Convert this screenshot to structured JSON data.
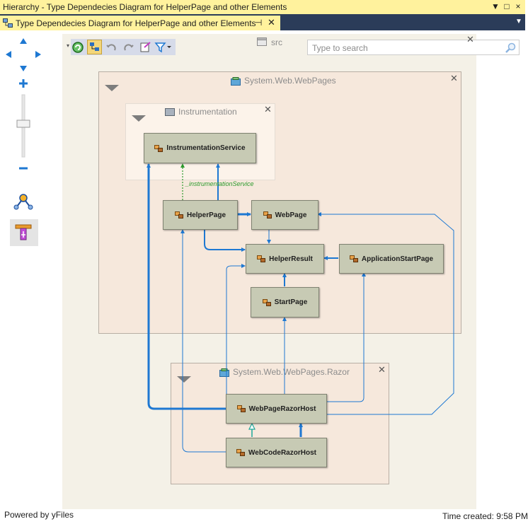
{
  "window": {
    "title": "Hierarchy - Type Dependecies Diagram for HelperPage and other Elements",
    "controls": [
      "▼",
      "□",
      "×"
    ]
  },
  "tab": {
    "label": "Type Dependecies Diagram for HelperPage and other Elements"
  },
  "search": {
    "placeholder": "Type to search"
  },
  "canvas": {
    "src_label": "src",
    "groups": {
      "webpages": "System.Web.WebPages",
      "instrumentation": "Instrumentation",
      "razor": "System.Web.WebPages.Razor"
    },
    "nodes": {
      "instrumentation_service": "InstrumentationService",
      "helper_page": "HelperPage",
      "web_page": "WebPage",
      "helper_result": "HelperResult",
      "application_start_page": "ApplicationStartPage",
      "start_page": "StartPage",
      "web_page_razor_host": "WebPageRazorHost",
      "web_code_razor_host": "WebCodeRazorHost"
    },
    "edge_labels": {
      "instrumentation": "_instrumentationService"
    }
  },
  "footer": {
    "powered_by": "Powered by yFiles",
    "time_created": "Time created: 9:58 PM"
  },
  "colors": {
    "edge": "#1e78d2",
    "dependency": "#2c9a2c",
    "inheritance": "#1fa89a",
    "group_fill": "#f6e8dc"
  }
}
